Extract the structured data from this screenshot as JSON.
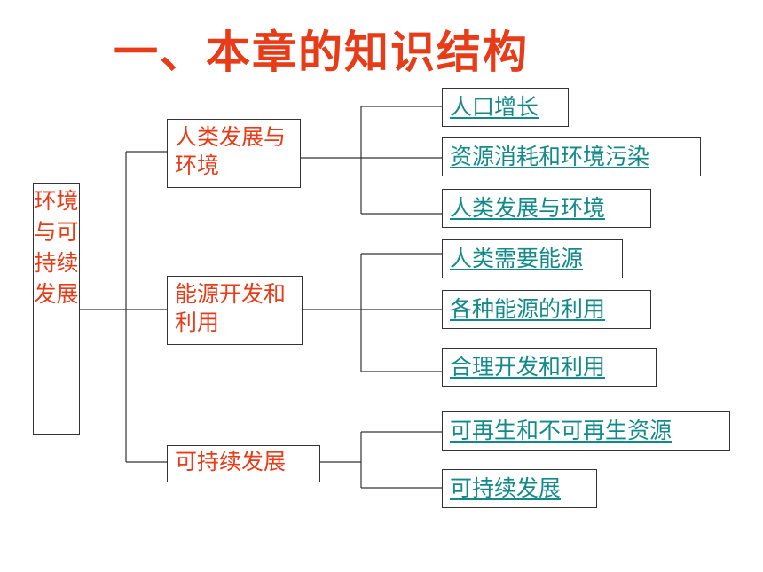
{
  "title": "一、本章的知识结构",
  "root": {
    "label": "环境与可持续发展"
  },
  "categories": [
    {
      "label": "人类发展与环境",
      "items": [
        "人口增长",
        "资源消耗和环境污染",
        "人类发展与环境"
      ]
    },
    {
      "label": "能源开发和利用",
      "items": [
        "人类需要能源",
        "各种能源的利用",
        "合理开发和利用"
      ]
    },
    {
      "label": "可持续发展",
      "items": [
        "可再生和不可再生资源",
        "可持续发展"
      ]
    }
  ],
  "colors": {
    "heading": "#e83b17",
    "link": "#138a8a",
    "border": "#333333"
  }
}
